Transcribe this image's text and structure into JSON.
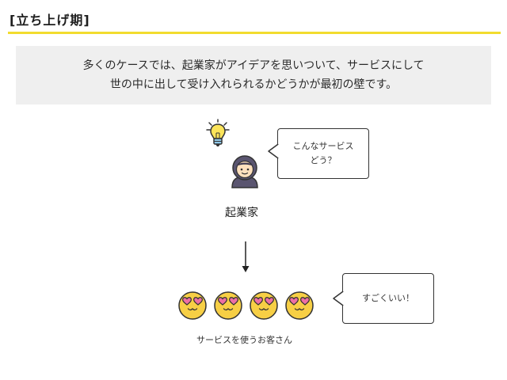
{
  "header": {
    "title": "[立ち上げ期]"
  },
  "intro": {
    "line1": "多くのケースでは、起業家がアイデアを思いついて、サービスにして",
    "line2": "世の中に出して受け入れられるかどうかが最初の壁です。"
  },
  "founder": {
    "label": "起業家",
    "speech_line1": "こんなサービス",
    "speech_line2": "どう？"
  },
  "customers": {
    "label": "サービスを使うお客さん",
    "speech": "すごくいい！",
    "count": 4
  },
  "colors": {
    "accent": "#f2dc2e",
    "emoji_face": "#f7cf45",
    "heart": "#ee6fa4",
    "hood": "#5a5570",
    "skin": "#fde0bd"
  },
  "icons": [
    "lightbulb-icon",
    "founder-avatar-icon",
    "heart-eyes-emoji-icon",
    "down-arrow-icon"
  ]
}
